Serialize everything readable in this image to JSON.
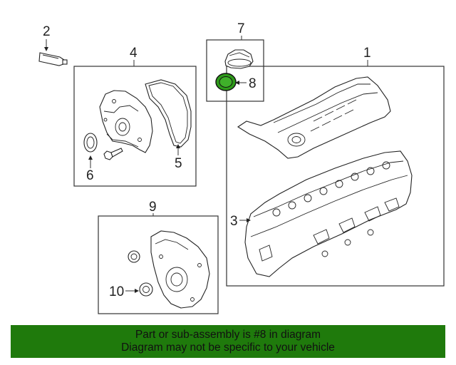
{
  "callouts": {
    "c1": "1",
    "c2": "2",
    "c3": "3",
    "c4": "4",
    "c5": "5",
    "c6": "6",
    "c7": "7",
    "c8": "8",
    "c9": "9",
    "c10": "10"
  },
  "banner": {
    "line1": "Part or sub-assembly is #8 in diagram",
    "line2": "Diagram may not be specific to your vehicle"
  },
  "colors": {
    "banner_bg": "#1f7a0c",
    "highlight_part": "#2e9b1a"
  }
}
